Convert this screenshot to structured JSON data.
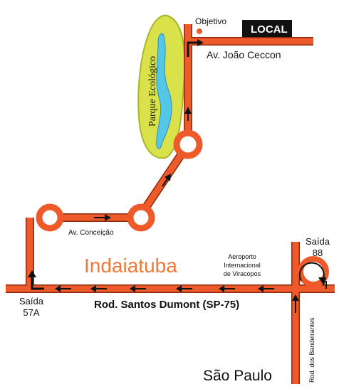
{
  "colors": {
    "road": "#ee5a2a",
    "road_edge": "#8a2a0e",
    "park_fill": "#d9e24a",
    "park_edge": "#a9b52a",
    "lake": "#55c6e8",
    "arrow": "#111111",
    "town": "#f07838",
    "local_bg": "#111111",
    "local_text": "#ffffff",
    "objective_dot": "#ee5a2a"
  },
  "labels": {
    "objective": "Objetivo",
    "local": "LOCAL",
    "av_joao_ceccon": "Av. João Ceccon",
    "parque": "Parque Ecológico",
    "av_conceicao": "Av. Conceição",
    "indaiatuba": "Indaiatuba",
    "airport_line1": "Aeroporto",
    "airport_line2": "Internacional",
    "airport_line3": "de Viracopos",
    "saida88_line1": "Saída",
    "saida88_line2": "88",
    "saida57a_line1": "Saída",
    "saida57a_line2": "57A",
    "rod_santos_dumont": "Rod. Santos Dumont (SP-75)",
    "rod_bandeirantes": "Rod. dos Bandeirantes",
    "sao_paulo": "São Paulo"
  },
  "icons": {
    "direction_arrow": "arrow-icon",
    "roundabout": "roundabout-icon",
    "destination": "destination-marker-icon"
  }
}
